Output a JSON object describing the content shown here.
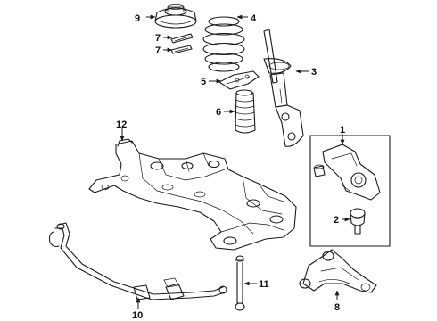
{
  "callouts": [
    {
      "id": "c1",
      "text": "1"
    },
    {
      "id": "c2",
      "text": "2"
    },
    {
      "id": "c3",
      "text": "3"
    },
    {
      "id": "c4",
      "text": "4"
    },
    {
      "id": "c5",
      "text": "5"
    },
    {
      "id": "c6",
      "text": "6"
    },
    {
      "id": "c7a",
      "text": "7"
    },
    {
      "id": "c7b",
      "text": "7"
    },
    {
      "id": "c8",
      "text": "8"
    },
    {
      "id": "c9",
      "text": "9"
    },
    {
      "id": "c10",
      "text": "10"
    },
    {
      "id": "c11",
      "text": "11"
    },
    {
      "id": "c12",
      "text": "12"
    }
  ]
}
